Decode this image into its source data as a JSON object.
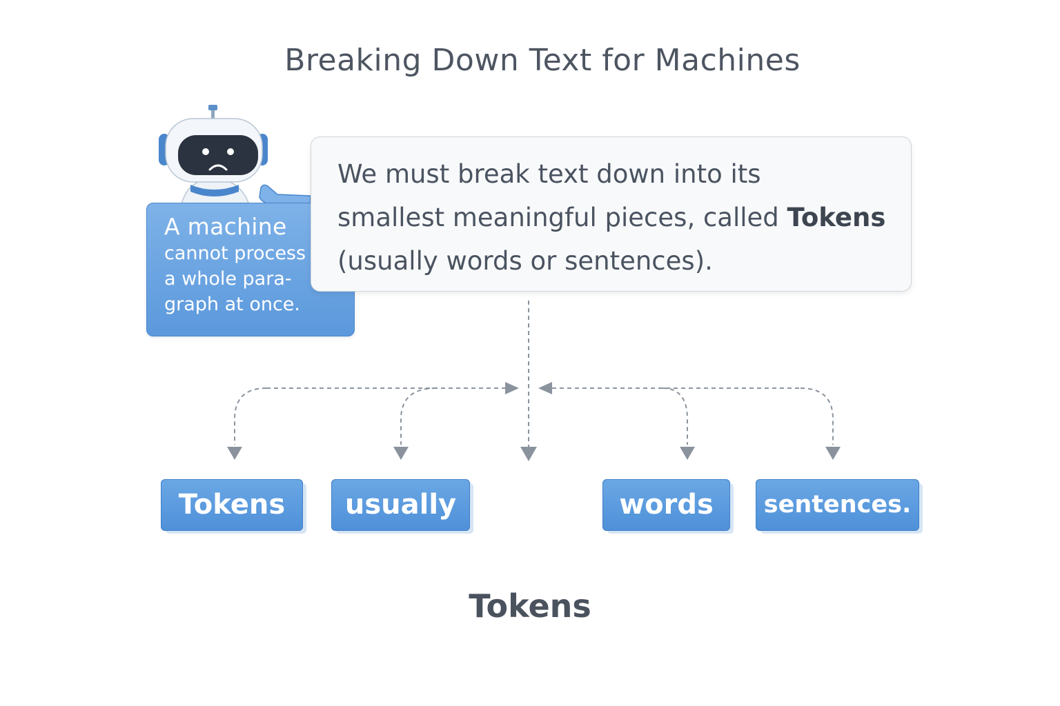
{
  "title": "Breaking Down Text for Machines",
  "robot_note": {
    "line_large": "A machine",
    "lines": [
      "cannot process",
      "a whole para-",
      "graph at once."
    ]
  },
  "explanation": {
    "line1": "We must break text down into its",
    "line2_before": "smallest meaningful pieces, called ",
    "line2_bold": "Tokens",
    "line3": "(usually words or sentences)."
  },
  "tokens": [
    "Tokens",
    "usually",
    "words",
    "sentences."
  ],
  "footer_label": "Tokens",
  "colors": {
    "token_blue": "#5b98dc",
    "arrow_gray": "#8a939d",
    "text_dark": "#4a5360"
  }
}
